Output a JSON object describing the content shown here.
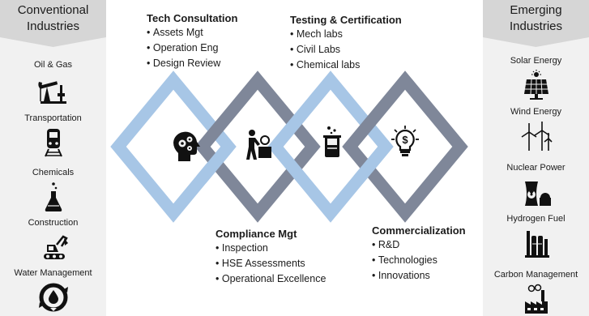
{
  "left_panel": {
    "title_line1": "Conventional",
    "title_line2": "Industries",
    "items": [
      {
        "label": "Oil & Gas",
        "icon": "oil-pump-icon"
      },
      {
        "label": "Transportation",
        "icon": "train-icon"
      },
      {
        "label": "Chemicals",
        "icon": "flask-icon"
      },
      {
        "label": "Construction",
        "icon": "excavator-icon"
      },
      {
        "label": "Water Management",
        "icon": "water-cycle-icon"
      }
    ]
  },
  "right_panel": {
    "title_line1": "Emerging",
    "title_line2": "Industries",
    "items": [
      {
        "label": "Solar Energy",
        "icon": "solar-panel-icon"
      },
      {
        "label": "Wind Energy",
        "icon": "wind-turbine-icon"
      },
      {
        "label": "Nuclear Power",
        "icon": "nuclear-plant-icon"
      },
      {
        "label": "Hydrogen Fuel",
        "icon": "hydrogen-tank-icon"
      },
      {
        "label": "Carbon Management",
        "icon": "factory-co2-icon"
      }
    ]
  },
  "services": [
    {
      "title": "Tech Consultation",
      "items": [
        "Assets Mgt",
        "Operation Eng",
        "Design Review"
      ],
      "icon": "brain-gears-icon"
    },
    {
      "title": "Compliance Mgt",
      "items": [
        "Inspection",
        "HSE Assessments",
        "Operational Excellence"
      ],
      "icon": "inspector-icon"
    },
    {
      "title": "Testing & Certification",
      "items": [
        "Mech labs",
        "Civil Labs",
        "Chemical labs"
      ],
      "icon": "beaker-icon"
    },
    {
      "title": "Commercialization",
      "items": [
        "R&D",
        "Technologies",
        "Innovations"
      ],
      "icon": "dollar-bulb-icon"
    }
  ],
  "colors": {
    "light_blue": "#a7c6e6",
    "slate": "#7f8799",
    "panel_bg": "#f1f1f1",
    "banner": "#d6d6d6"
  }
}
